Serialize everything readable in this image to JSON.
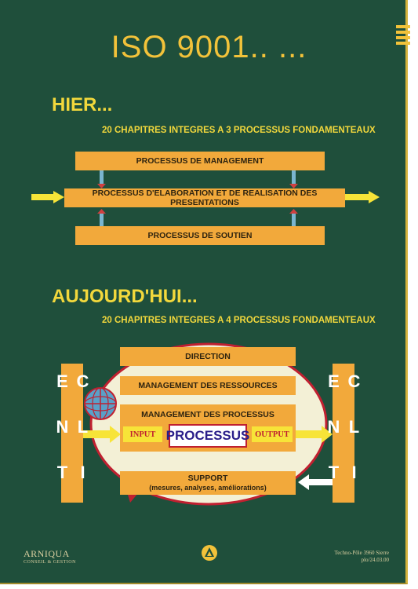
{
  "title": "ISO 9001.. ...",
  "hier": {
    "heading": "HIER...",
    "subtitle": "20  CHAPITRES INTEGRES A 3 PROCESSUS FONDAMENTEAUX",
    "bars": [
      "PROCESSUS DE MANAGEMENT",
      "PROCESSUS D'ELABORATION ET DE REALISATION DES PRESENTATIONS",
      "PROCESSUS DE SOUTIEN"
    ]
  },
  "aujourdhui": {
    "heading": "AUJOURD'HUI...",
    "subtitle": "20  CHAPITRES INTEGRES A 4 PROCESSUS FONDAMENTEAUX",
    "direction": "DIRECTION",
    "ressources": "MANAGEMENT DES RESSOURCES",
    "processus_title": "MANAGEMENT DES PROCESSUS",
    "input": "INPUT",
    "processus": "PROCESSUS",
    "output": "OUTPUT",
    "support_line1": "SUPPORT",
    "support_line2": "(mesures, analyses, améliorations)",
    "client_left": "C L I E N T",
    "client_right": "C L I E N T"
  },
  "footer": {
    "logo_name": "ARNIQUA",
    "logo_sub": "CONSEIL & GESTION",
    "address_line1": "Techno-Pôle 3960 Sierre",
    "address_line2": "plo/24.03.00"
  },
  "colors": {
    "background": "#1f4f3b",
    "accent": "#f2a93b",
    "title": "#f2c23a",
    "ellipse": "#c02030"
  }
}
